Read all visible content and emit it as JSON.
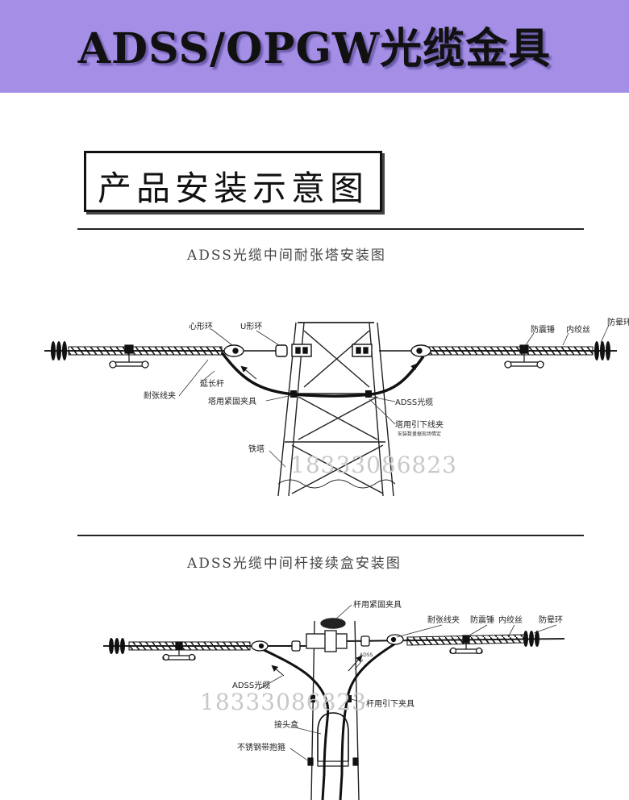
{
  "header": {
    "title": "ADSS/OPGW光缆金具"
  },
  "section": {
    "title": "产品安装示意图"
  },
  "diagram1": {
    "title": "ADSS光缆中间耐张塔安装图",
    "labels": {
      "heart_ring": "心形环",
      "u_ring": "U形环",
      "anti_vibration": "防震锤",
      "inner_wire": "内绞丝",
      "anti_halo": "防晕环",
      "extension_rod": "延长杆",
      "tension_clamp": "耐张线夹",
      "tower_clamp": "塔用紧固夹具",
      "adss_cable": "ADSS光缆",
      "tower_downlead": "塔用引下线夹",
      "downlead_note": "安装数量据现场情定",
      "iron_tower": "铁塔"
    },
    "watermark": "18333086823"
  },
  "diagram2": {
    "title": "ADSS光缆中间杆接续盒安装图",
    "labels": {
      "pole_clamp": "杆用紧固夹具",
      "tension_clamp": "耐张线夹",
      "anti_vibration": "防震锤",
      "inner_wire": "内绞丝",
      "anti_halo": "防晕环",
      "adss_cable": "ADSS光缆",
      "pole_downlead": "杆用引下夹具",
      "splice_box": "接头盒",
      "steel_band": "不锈钢带抱箍",
      "small_mark": "ADSS"
    },
    "watermark": "18333086823"
  }
}
